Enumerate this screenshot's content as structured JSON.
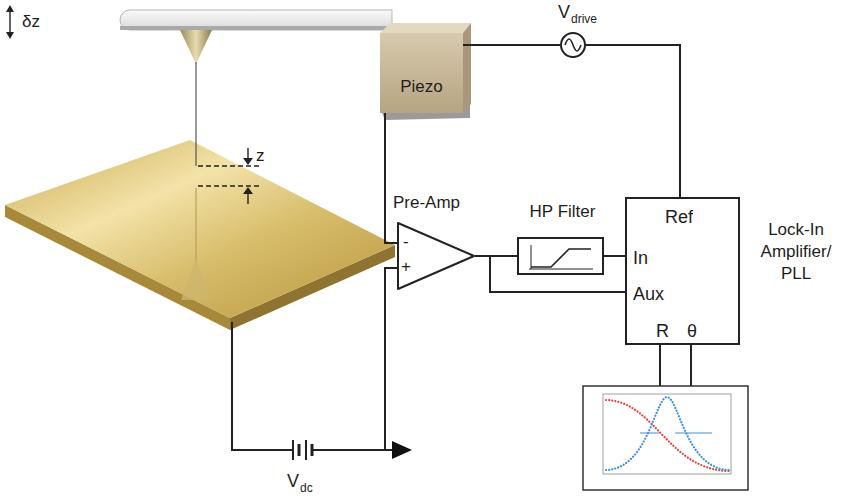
{
  "diagram": {
    "nodes": [
      {
        "text": [
          "Piezo"
        ]
      },
      {
        "text": [
          "V",
          "drive"
        ]
      },
      {
        "text": [
          "Pre-Amp",
          "-",
          "+"
        ]
      },
      {
        "text": [
          "HP Filter"
        ]
      },
      {
        "text": [
          "Ref",
          "In",
          "Aux",
          "R",
          "θ",
          "Lock-In Amplifier/ PLL"
        ]
      },
      {
        "text": [
          "V",
          "dc"
        ]
      }
    ],
    "edges": [
      {
        "from": 0,
        "to": 2,
        "arrow": "none"
      },
      {
        "from": 2,
        "to": 3,
        "arrow": "none"
      },
      {
        "from": 3,
        "to": 4,
        "arrow": "none"
      },
      {
        "from": 2,
        "to": 4,
        "arrow": "none"
      },
      {
        "from": 4,
        "to": 1,
        "arrow": "none"
      },
      {
        "from": 1,
        "to": 0,
        "arrow": "none"
      },
      {
        "from": 5,
        "to": 2,
        "arrow": "none"
      }
    ],
    "labels": [
      "δz",
      "z"
    ]
  }
}
